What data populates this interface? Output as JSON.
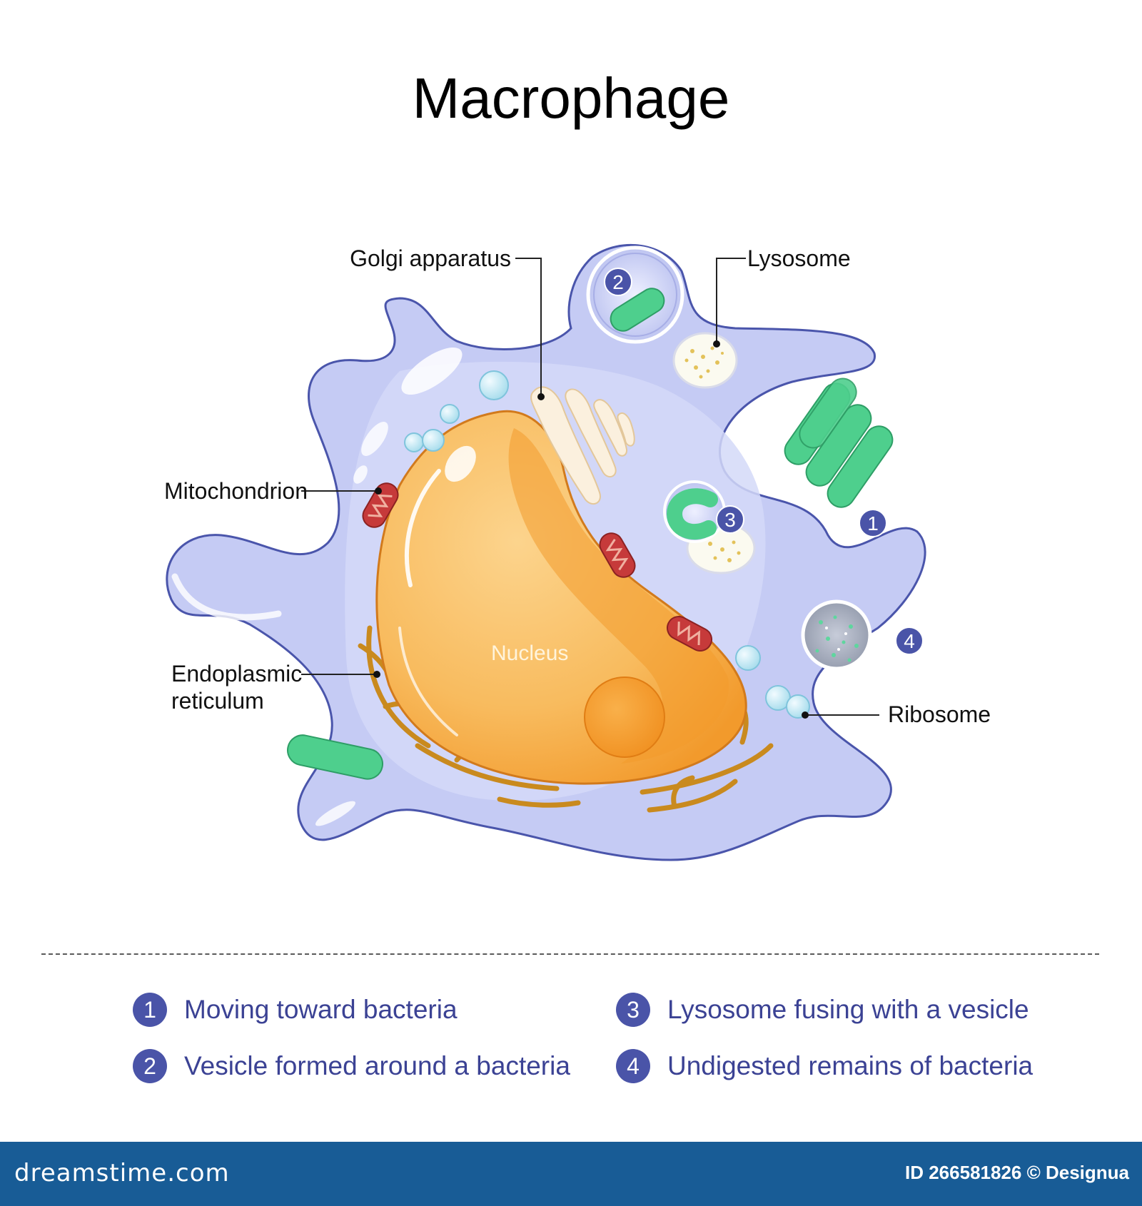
{
  "title": "Macrophage",
  "labels": {
    "golgi": "Golgi apparatus",
    "lysosome": "Lysosome",
    "mitochondrion": "Mitochondrion",
    "er_line1": "Endoplasmic",
    "er_line2": "reticulum",
    "ribosome": "Ribosome",
    "nucleus": "Nucleus"
  },
  "markers": [
    "1",
    "2",
    "3",
    "4"
  ],
  "legend": [
    {
      "num": "1",
      "text": "Moving toward bacteria"
    },
    {
      "num": "2",
      "text": "Vesicle formed around a bacteria"
    },
    {
      "num": "3",
      "text": "Lysosome fusing with a vesicle"
    },
    {
      "num": "4",
      "text": "Undigested remains of bacteria"
    }
  ],
  "footer": {
    "logo": "dreamstime.com",
    "id_text": "ID 266581826 © Designua"
  },
  "colors": {
    "cytoplasm": "#c5cbf4",
    "membrane": "#4a55ab",
    "nucleus": "#f7b85a",
    "nucleus_dark": "#f19a2e",
    "bacteria": "#4ecf8d",
    "mitochondrion": "#c63a3a",
    "er": "#c98a1e",
    "marker": "#4a54a8",
    "footer": "#185c96"
  }
}
